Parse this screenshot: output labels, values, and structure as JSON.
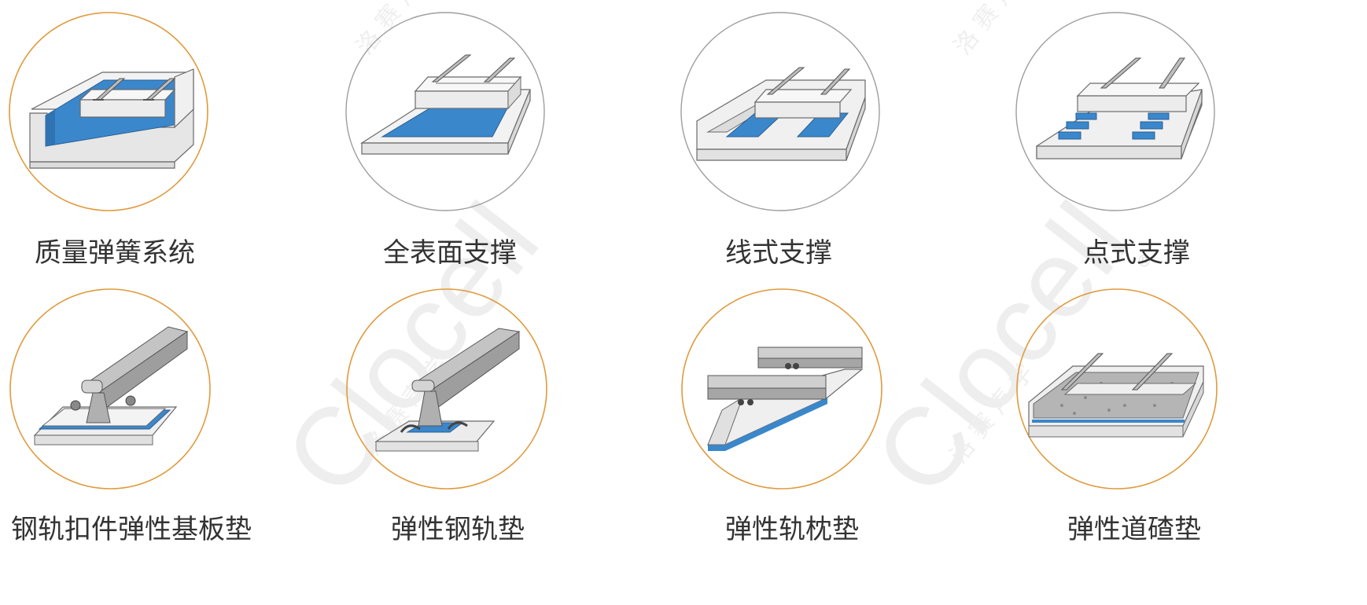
{
  "watermark": {
    "brand": "Clocell",
    "cn": "洛赛声学",
    "registered": "®"
  },
  "rows": [
    {
      "items": [
        {
          "label": "质量弹簧系统",
          "ring_color": "#e09a3c",
          "icon": "mass-spring-system-icon"
        },
        {
          "label": "全表面支撑",
          "ring_color": "#9e9e9e",
          "icon": "full-surface-support-icon"
        },
        {
          "label": "线式支撑",
          "ring_color": "#9e9e9e",
          "icon": "line-support-icon"
        },
        {
          "label": "点式支撑",
          "ring_color": "#9e9e9e",
          "icon": "point-support-icon"
        }
      ]
    },
    {
      "items": [
        {
          "label": "钢轨扣件弹性基板垫",
          "ring_color": "#e09a3c",
          "icon": "rail-fastener-baseplate-pad-icon"
        },
        {
          "label": "弹性钢轨垫",
          "ring_color": "#e09a3c",
          "icon": "elastic-rail-pad-icon"
        },
        {
          "label": "弹性轨枕垫",
          "ring_color": "#e09a3c",
          "icon": "elastic-sleeper-pad-icon"
        },
        {
          "label": "弹性道碴垫",
          "ring_color": "#e09a3c",
          "icon": "elastic-ballast-mat-icon"
        }
      ]
    }
  ],
  "colors": {
    "pad_blue": "#3a87cc",
    "concrete": "#e9e9e9",
    "outline": "#6a6a6a",
    "rail": "#a9a9a9"
  }
}
